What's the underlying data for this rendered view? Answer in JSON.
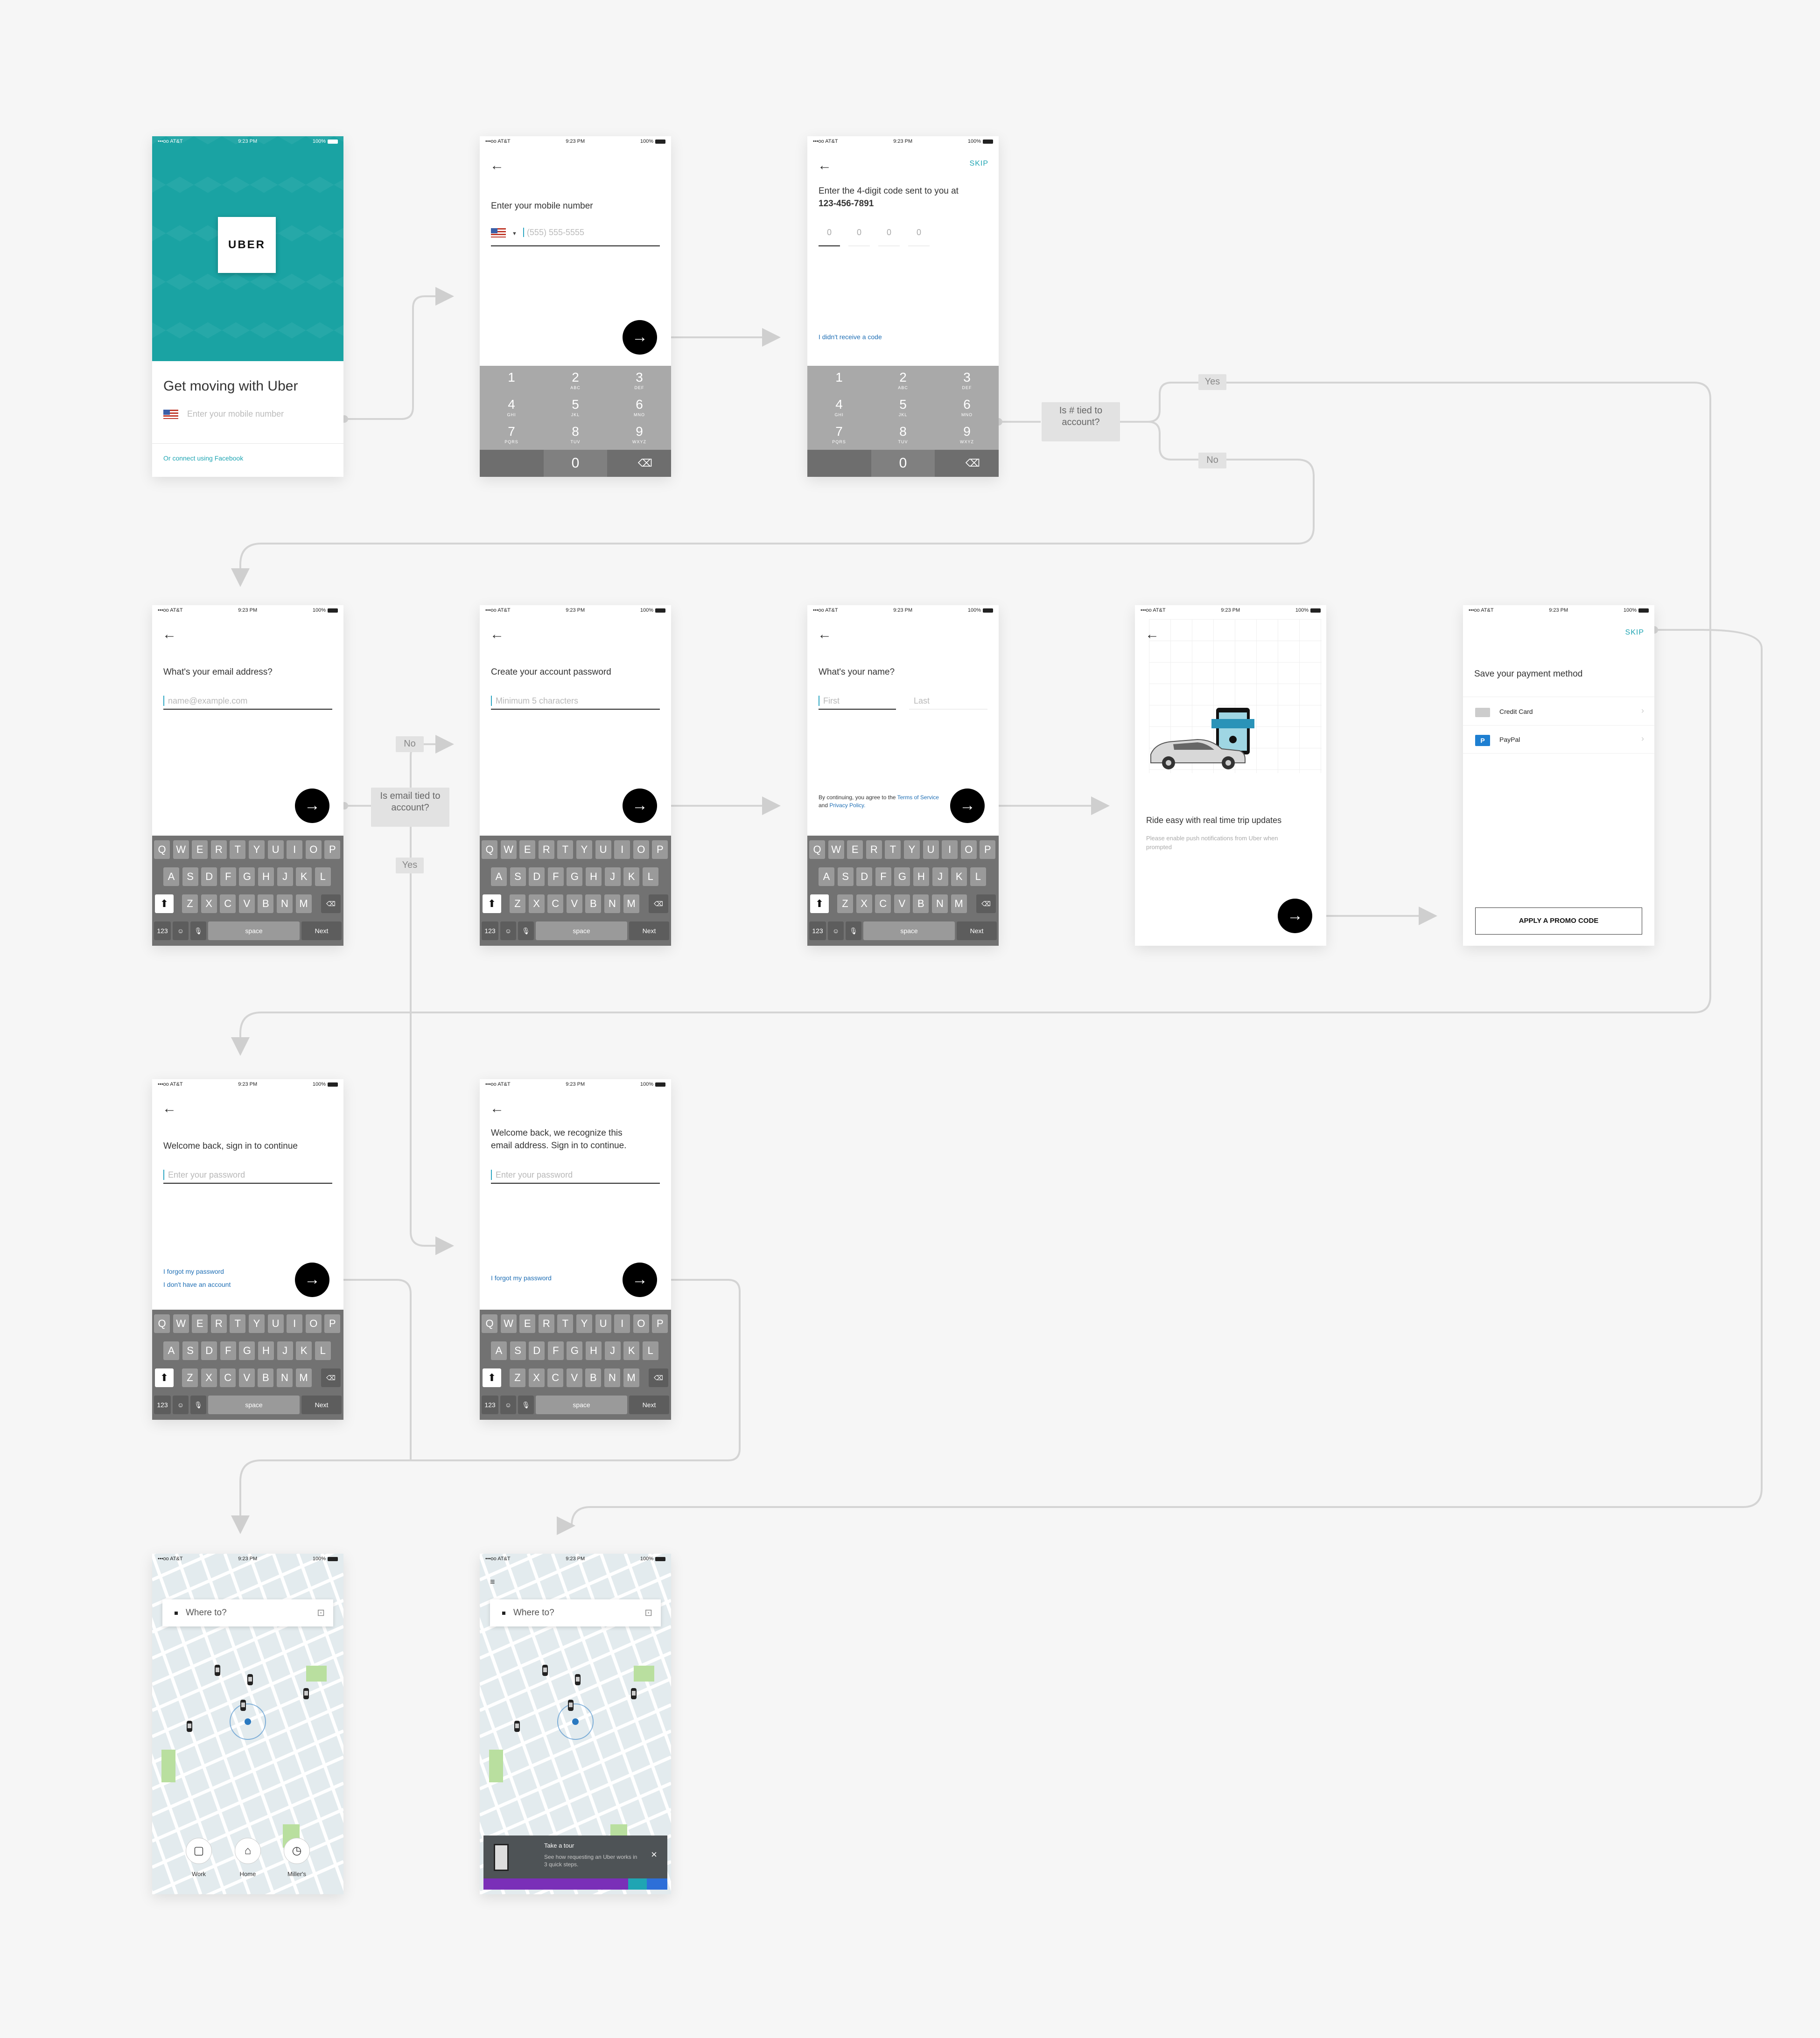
{
  "status": {
    "carrier": "•••oo AT&T",
    "time": "9:23 PM",
    "battery": "100%"
  },
  "common": {
    "back_icon": "←",
    "go_icon": "→"
  },
  "splash": {
    "logo": "UBER",
    "headline": "Get moving with Uber",
    "phone_placeholder": "Enter your mobile number",
    "facebook_link": "Or connect using Facebook",
    "brand_color": "#1aa3a3"
  },
  "phone_entry": {
    "title": "Enter your mobile number",
    "placeholder": "(555) 555-5555"
  },
  "code_entry": {
    "skip": "SKIP",
    "title_line1": "Enter the 4-digit code sent to you at",
    "number": "123-456-7891",
    "digits": [
      "0",
      "0",
      "0",
      "0"
    ],
    "resend_link": "I didn't receive a code"
  },
  "numpad": {
    "keys": [
      {
        "d": "1",
        "l": ""
      },
      {
        "d": "2",
        "l": "ABC"
      },
      {
        "d": "3",
        "l": "DEF"
      },
      {
        "d": "4",
        "l": "GHI"
      },
      {
        "d": "5",
        "l": "JKL"
      },
      {
        "d": "6",
        "l": "MNO"
      },
      {
        "d": "7",
        "l": "PQRS"
      },
      {
        "d": "8",
        "l": "TUV"
      },
      {
        "d": "9",
        "l": "WXYZ"
      }
    ],
    "zero": "0",
    "delete_icon": "⌫"
  },
  "keyboard": {
    "row1": [
      "Q",
      "W",
      "E",
      "R",
      "T",
      "Y",
      "U",
      "I",
      "O",
      "P"
    ],
    "row2": [
      "A",
      "S",
      "D",
      "F",
      "G",
      "H",
      "J",
      "K",
      "L"
    ],
    "row3": [
      "Z",
      "X",
      "C",
      "V",
      "B",
      "N",
      "M"
    ],
    "shift_icon": "⬆",
    "delete_icon": "⌫",
    "k123": "123",
    "emoji_icon": "☺",
    "mic_icon": "🎙",
    "space": "space",
    "next": "Next"
  },
  "email": {
    "title": "What's your email address?",
    "placeholder": "name@example.com"
  },
  "password_create": {
    "title": "Create your account password",
    "placeholder": "Minimum 5 characters"
  },
  "name": {
    "title": "What's your name?",
    "first": "First",
    "last": "Last",
    "terms_prefix": "By continuing, you agree to the",
    "terms_link": "Terms of Service",
    "terms_and": "and",
    "privacy_link": "Privacy Policy."
  },
  "notifications": {
    "title": "Ride easy with real time trip updates",
    "subtitle": "Please enable push notifications from Uber when prompted"
  },
  "payment": {
    "skip": "SKIP",
    "title": "Save your payment method",
    "methods": [
      "Credit Card",
      "PayPal"
    ],
    "promo": "APPLY A PROMO CODE"
  },
  "signin": {
    "title": "Welcome back, sign in to continue",
    "placeholder": "Enter your password",
    "forgot": "I forgot my password",
    "no_account": "I don't have an account"
  },
  "signin_email": {
    "title_line1": "Welcome back, we recognize this",
    "title_line2": "email address. Sign in to continue.",
    "placeholder": "Enter your password",
    "forgot": "I forgot my password"
  },
  "home": {
    "search": "Where to?",
    "favorites": [
      {
        "icon": "briefcase-icon",
        "glyph": "▢",
        "label": "Work"
      },
      {
        "icon": "home-icon",
        "glyph": "⌂",
        "label": "Home"
      },
      {
        "icon": "clock-icon",
        "glyph": "◷",
        "label": "Miller's"
      }
    ]
  },
  "home_tour": {
    "search": "Where to?",
    "tour_title": "Take a tour",
    "tour_body": "See how requesting an Uber works in 3 quick steps.",
    "close_icon": "×"
  },
  "flow": {
    "phone_tied_question": "Is # tied to account?",
    "email_tied_question": "Is email tied to account?",
    "yes": "Yes",
    "no": "No"
  }
}
